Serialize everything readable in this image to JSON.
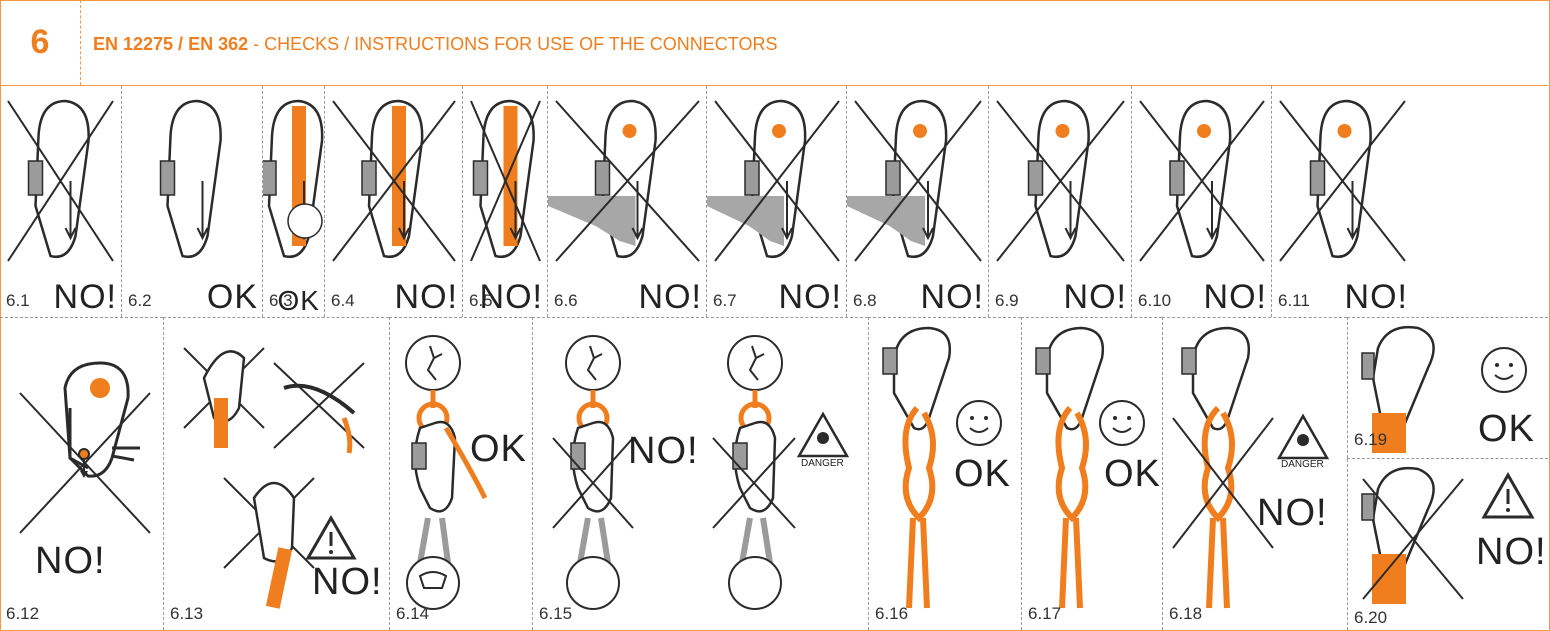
{
  "header": {
    "section_number": "6",
    "standards": "EN 12275 / EN 362",
    "title_rest": " - CHECKS / INSTRUCTIONS FOR USE OF THE CONNECTORS"
  },
  "colors": {
    "accent": "#f07e1e",
    "rope": "#f07e1e",
    "line": "#2b2b2b",
    "grey": "#9b9b9b"
  },
  "row1": [
    {
      "caption": "6.1",
      "verdict": "NO!"
    },
    {
      "caption": "6.2",
      "verdict": "OK"
    },
    {
      "caption": "6.3",
      "verdict": "OK"
    },
    {
      "caption": "6.4",
      "verdict": "NO!"
    },
    {
      "caption": "6.5",
      "verdict": "NO!"
    },
    {
      "caption": "6.6",
      "verdict": "NO!"
    },
    {
      "caption": "6.7",
      "verdict": "NO!"
    },
    {
      "caption": "6.8",
      "verdict": "NO!"
    },
    {
      "caption": "6.9",
      "verdict": "NO!"
    },
    {
      "caption": "6.10",
      "verdict": "NO!"
    },
    {
      "caption": "6.11",
      "verdict": "NO!"
    }
  ],
  "row2": {
    "p612": {
      "caption": "6.12",
      "verdict": "NO!"
    },
    "p613": {
      "caption": "6.13",
      "verdict": "NO!"
    },
    "p614": {
      "caption": "6.14",
      "verdict": "OK"
    },
    "p615": {
      "caption": "6.15",
      "verdict": "NO!",
      "danger": "DANGER"
    },
    "p616": {
      "caption": "6.16",
      "verdict": "OK"
    },
    "p617": {
      "caption": "6.17",
      "verdict": "OK"
    },
    "p618": {
      "caption": "6.18",
      "verdict": "NO!",
      "danger": "DANGER"
    },
    "p619": {
      "caption": "6.19",
      "verdict": "OK"
    },
    "p620": {
      "caption": "6.20",
      "verdict": "NO!"
    }
  },
  "icons": [
    "carabiner-icon",
    "sling-icon",
    "smiley-icon",
    "warning-triangle-icon",
    "danger-skull-icon",
    "cross-icon",
    "arrow-icon",
    "climber-icon",
    "harness-icon",
    "figure-eight-knot-icon"
  ]
}
